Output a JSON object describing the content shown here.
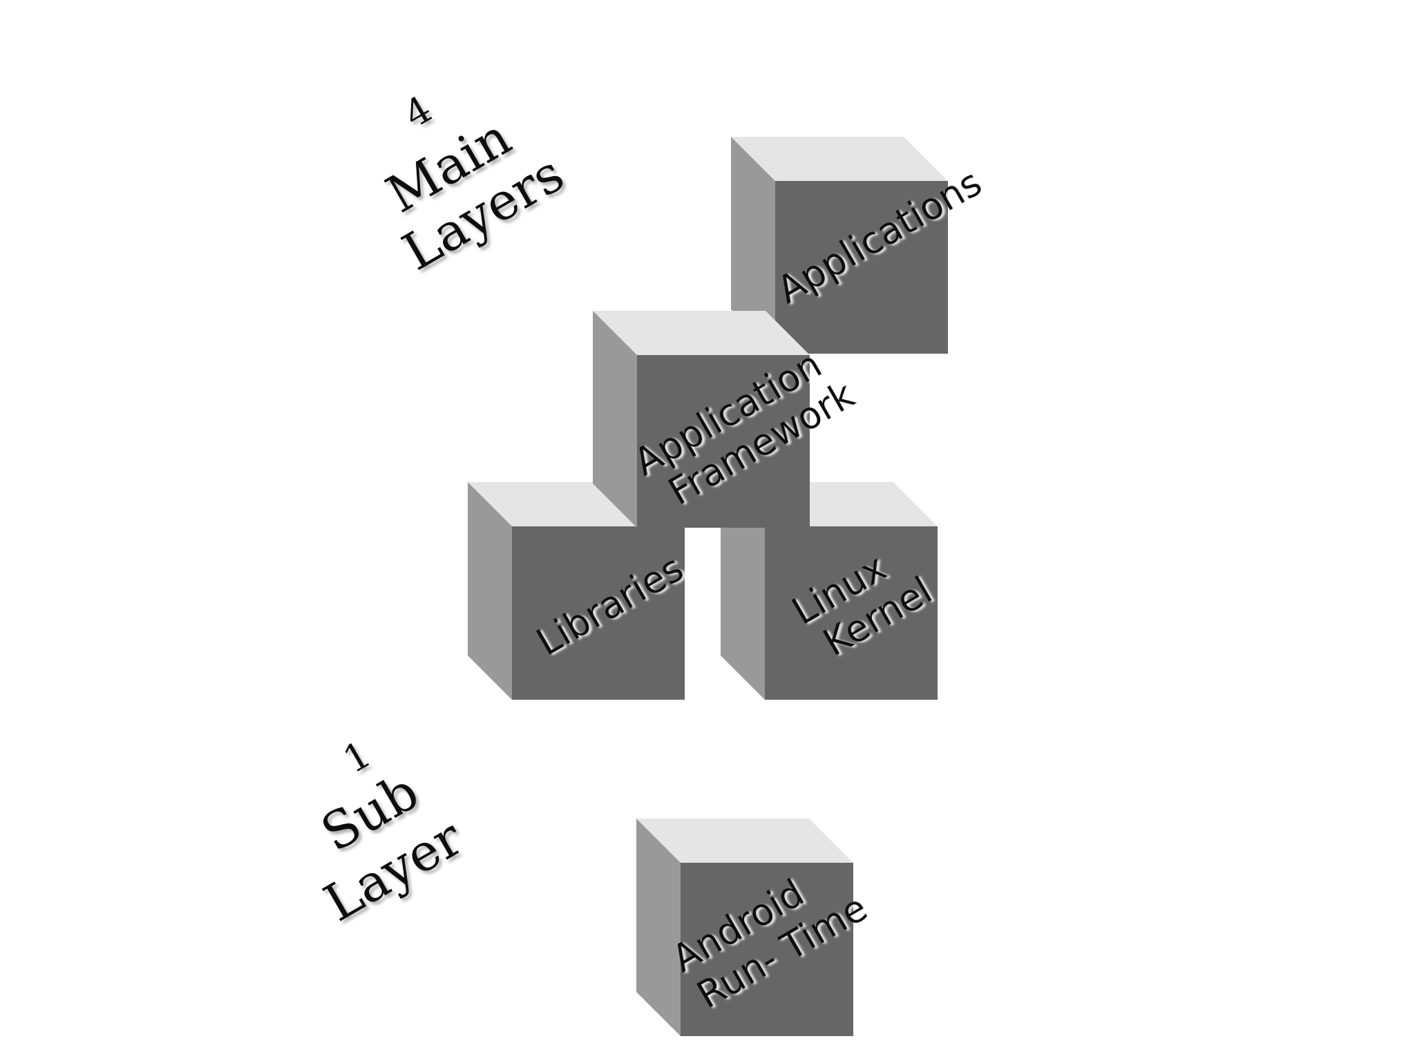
{
  "main_group": {
    "count": "4",
    "line1": "Main",
    "line2": "Layers"
  },
  "sub_group": {
    "count": "1",
    "line1": "Sub",
    "line2": "Layer"
  },
  "cubes": {
    "applications": {
      "line1": "Applications"
    },
    "framework": {
      "line1": "Application",
      "line2": "Framework"
    },
    "libraries": {
      "line1": "Libraries"
    },
    "kernel": {
      "line1": "Linux",
      "line2": "Kernel"
    },
    "runtime": {
      "line1": "Android",
      "line2": "Run- Time"
    }
  },
  "colors": {
    "cube_front": "#666666",
    "cube_side": "#999999",
    "cube_top": "#e5e5e5",
    "text": "#111111",
    "background": "#ffffff"
  }
}
